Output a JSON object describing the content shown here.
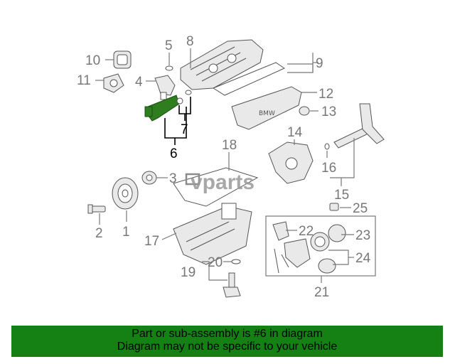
{
  "watermark": "vparts",
  "callouts": [
    "1",
    "2",
    "3",
    "4",
    "5",
    "6",
    "7",
    "8",
    "9",
    "10",
    "11",
    "12",
    "13",
    "14",
    "15",
    "16",
    "17",
    "18",
    "19",
    "20",
    "21",
    "22",
    "23",
    "24",
    "25"
  ],
  "highlighted_part": "6",
  "colors": {
    "banner": "#158013",
    "highlight_part": "#2e7d1f",
    "callout_gray": "#777777"
  },
  "banner": {
    "line1": "Part or sub-assembly is #6 in diagram",
    "line2": "Diagram may not be specific to your vehicle"
  }
}
